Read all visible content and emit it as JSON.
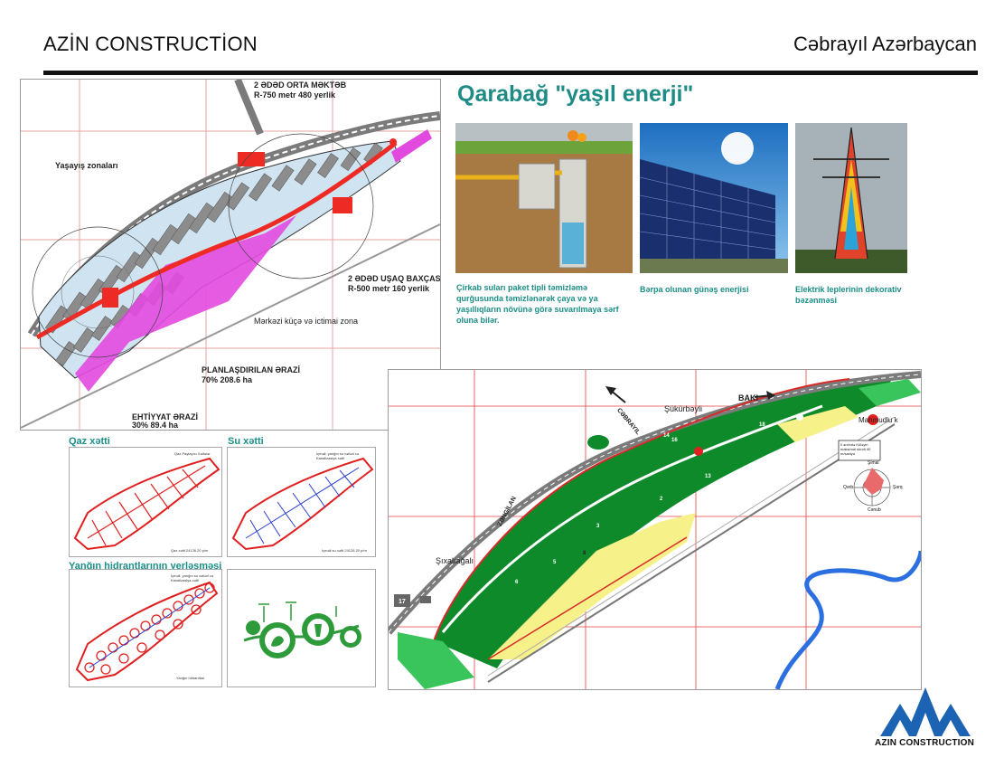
{
  "header": {
    "company": "AZİN CONSTRUCTİON",
    "region": "Cəbrayıl Azərbaycan"
  },
  "plan": {
    "labels": {
      "school_title": "2 ƏDƏD ORTA MƏKTƏB",
      "school_detail": "R-750 metr 480 yerlik",
      "residential": "Yaşayış zonaları",
      "kinder_title": "2 ƏDƏD UŞAQ BAXÇASI",
      "kinder_detail": "R-500 metr 160 yerlik",
      "center": "Mərkəzi küçə və ictimai zona",
      "planned_title": "PLANLAŞDIRILAN ƏRAZİ",
      "planned_detail": "70% 208.6 ha",
      "reserve_title": "EHTİYYAT ƏRAZİ",
      "reserve_detail": "30% 89.4 ha"
    }
  },
  "green_energy": {
    "title": "Qarabağ \"yaşıl enerji\"",
    "captions": {
      "sewage": "Çirkab suları paket tipli təmizləmə qurğusunda  təmizlənərək çaya və ya yaşıllıqların növünə görə suvarılmaya sərf oluna bilər.",
      "solar": "Bərpa olunan günəş enerjisi",
      "pylons": "Elektrik leplerinin dekorativ bəzənməsi"
    }
  },
  "utilities": {
    "gas": {
      "title": "Qaz xətti",
      "note_top": "Qaz Paylayıcı Xəttələr",
      "note_bottom": "Qaz xətti  24126.20 p/m"
    },
    "water": {
      "title": "Su xətti",
      "note_top": "İçməli, yanğın su xətləri və Kanalizasiya xətti",
      "note_bottom": "İçməli su xətti  24126.20 p/m"
    },
    "hydrants": {
      "title": "Yanğın hidrantlarının yerləşməsi",
      "note_top": "İçməli, yanğın su xətləri və Kanalizasiya xətti",
      "note_bottom": "Yanğın hidrantları"
    }
  },
  "site_map": {
    "places": {
      "sukurbeyli": "Şükürbəyli",
      "baki": "BAKI",
      "cebrayil": "CƏBRAYIL",
      "zengilan": "ZƏNGİLAN",
      "sixalagali": "Şıxalıağalı",
      "mahmudlu": "Mahmudlu k"
    },
    "block_numbers": {
      "n17": "17",
      "n14": "14",
      "n16": "16",
      "n13": "13",
      "n18": "18",
      "n2": "2",
      "n3": "3",
      "n5": "5",
      "n6": "6",
      "n8": "8"
    },
    "wind_note": "İl ərzində Küləyin maksimal sürəti 40 m/saniyə",
    "compass": {
      "north": "Şimal",
      "south": "Cənub",
      "west": "Qərb",
      "east": "Şərq"
    }
  },
  "logo": {
    "text": "AZIN CONSTRUCTION"
  },
  "colors": {
    "teal": "#1b8f87",
    "magenta": "#e24adf",
    "red": "#ee2a24",
    "green": "#0e8a2a",
    "road": "#7b7b7b",
    "blue_river": "#2c6fe0",
    "logo_blue": "#1c63b4"
  }
}
